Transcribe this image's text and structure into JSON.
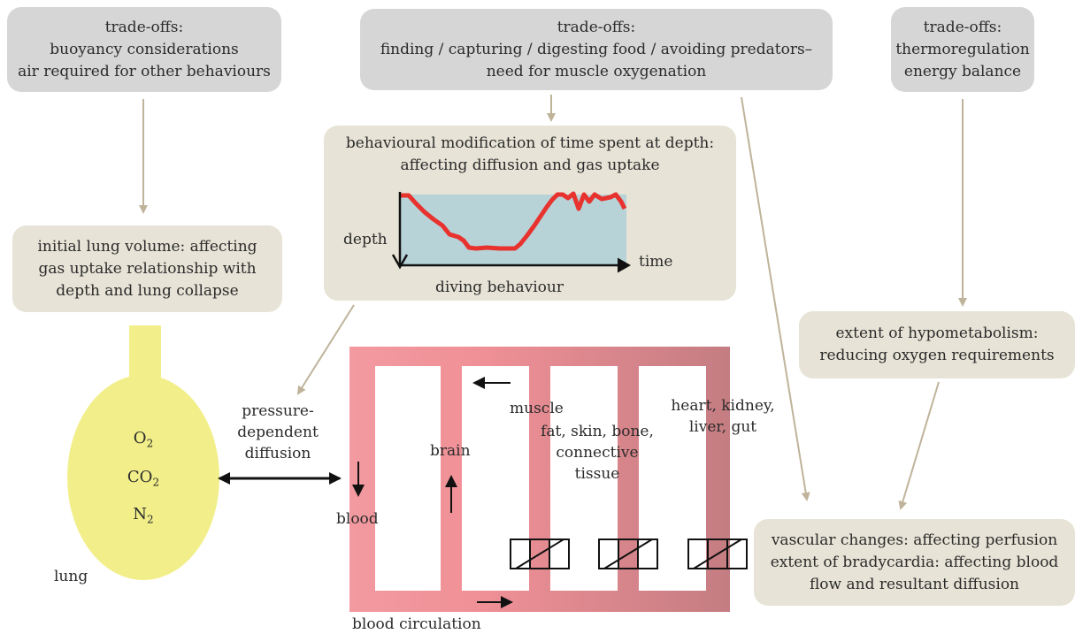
{
  "tradeoffs": {
    "left": {
      "title": "trade-offs:",
      "line1": "buoyancy considerations",
      "line2": "air required for other behaviours"
    },
    "middle": {
      "title": "trade-offs:",
      "line1": "finding / capturing / digesting food / avoiding predators–",
      "line2": "need for muscle oxygenation"
    },
    "right": {
      "title": "trade-offs:",
      "line1": "thermoregulation",
      "line2": "energy balance"
    }
  },
  "lung_volume": {
    "line1": "initial lung volume: affecting",
    "line2": "gas uptake relationship with",
    "line3": "depth and lung collapse"
  },
  "behaviour": {
    "line1": "behavioural modification of time spent at depth:",
    "line2": "affecting diffusion and gas uptake",
    "depth_label": "depth",
    "time_label": "time",
    "caption": "diving behaviour"
  },
  "hypometabolism": {
    "line1": "extent of hypometabolism:",
    "line2": "reducing oxygen requirements"
  },
  "vascular": {
    "line1": "vascular changes: affecting perfusion",
    "line2": "extent of bradycardia: affecting blood",
    "line3": "flow and resultant diffusion"
  },
  "lung": {
    "gases": [
      {
        "base": "O",
        "sub": "2"
      },
      {
        "base": "CO",
        "sub": "2"
      },
      {
        "base": "N",
        "sub": "2"
      }
    ],
    "label": "lung"
  },
  "diffusion": {
    "line1": "pressure-",
    "line2": "dependent",
    "line3": "diffusion"
  },
  "circulation": {
    "blood": "blood",
    "brain": "brain",
    "muscle": "muscle",
    "fat": {
      "line1": "fat, skin, bone,",
      "line2": "connective",
      "line3": "tissue"
    },
    "organs": {
      "line1": "heart, kidney,",
      "line2": "liver, gut"
    },
    "caption": "blood circulation"
  },
  "colors": {
    "grey_box": "#d6d6d6",
    "beige_box": "#e7e3d6",
    "arrow": "#bfb39a",
    "lung": "#f2ef8a",
    "circulation_light": "#f29aa0",
    "circulation_dark": "#c47d82",
    "plot_fill": "#b7d3d8",
    "dive_trace": "#e8322e"
  },
  "dive_trace_shape": "U-shaped dive: descent, bottom phase, ascent, surface"
}
